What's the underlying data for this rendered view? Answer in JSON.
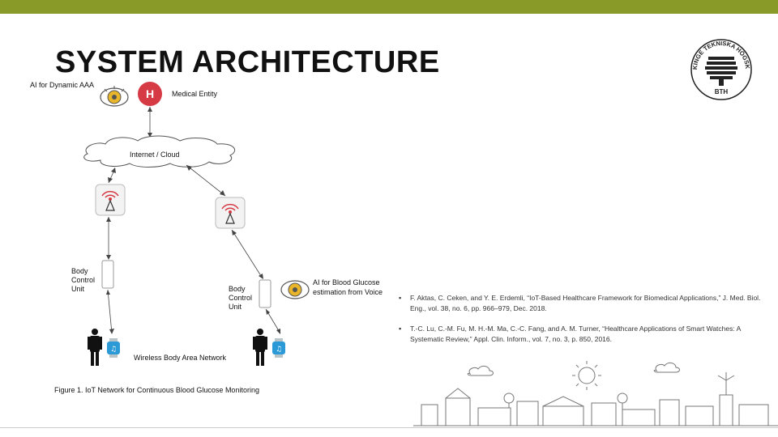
{
  "slide": {
    "title": "SYSTEM ARCHITECTURE",
    "accent_color": "#8a9a28"
  },
  "logo": {
    "text_top": "BLEKINGE TEKNISKA HÖGSKOLA",
    "text_bottom": "BTH",
    "icon": "bth-seal-icon"
  },
  "diagram": {
    "label_ai_aaa": "AI for Dynamic AAA",
    "label_medical": "Medical Entity",
    "label_cloud": "Internet / Cloud",
    "label_bcu_left": [
      "Body",
      "Control",
      "Unit"
    ],
    "label_bcu_right": [
      "Body",
      "Control",
      "Unit"
    ],
    "label_ai_glucose": [
      "AI for Blood Glucose",
      "estimation from Voice"
    ],
    "label_wban": "Wireless Body Area Network",
    "caption": "Figure 1. IoT Network for Continuous Blood Glucose Monitoring",
    "hospital_letter": "H"
  },
  "references": [
    "F. Aktas, C. Ceken, and Y. E. Erdemli, “IoT-Based Healthcare Framework for Biomedical Applications,” J. Med. Biol. Eng., vol. 38, no. 6, pp. 966–979, Dec. 2018.",
    "T.-C. Lu, C.-M. Fu, M. H.-M. Ma, C.-C. Fang, and A. M. Turner, “Healthcare Applications of Smart Watches: A Systematic Review,” Appl. Clin. Inform., vol. 7, no. 3, p. 850, 2016."
  ]
}
